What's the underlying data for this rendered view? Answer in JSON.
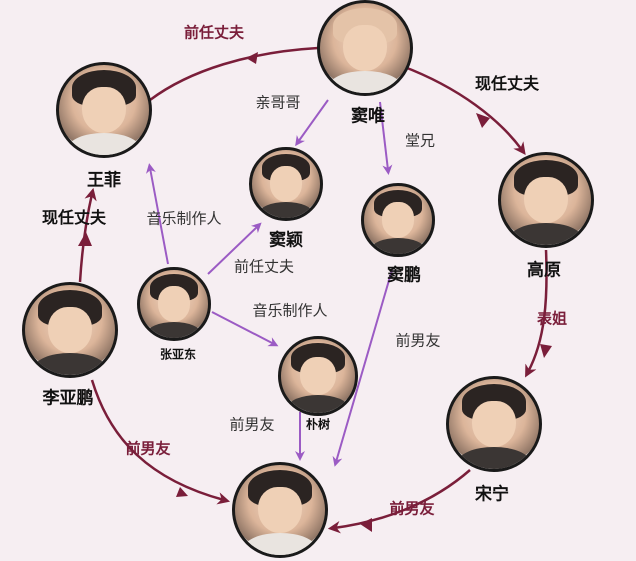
{
  "people": {
    "dou_wei": "窦唯",
    "wang_fei": "王菲",
    "gao_yuan": "高原",
    "dou_ying": "窦颖",
    "dou_peng": "窦鹏",
    "zhang_yadong": "张亚东",
    "li_yapeng": "李亚鹏",
    "song_ning": "宋宁",
    "pu_shu": "朴树",
    "zhou_xun": ""
  },
  "relations": {
    "former_husband_top": "前任丈夫",
    "current_husband_right": "现任丈夫",
    "current_husband_left": "现任丈夫",
    "brother": "亲哥哥",
    "cousin": "堂兄",
    "music_producer_1": "音乐制作人",
    "former_husband_mid": "前任丈夫",
    "music_producer_2": "音乐制作人",
    "cousin_sister": "表姐",
    "ex_bf_peng": "前男友",
    "ex_bf_pushu": "前男友",
    "ex_bf_li": "前男友",
    "ex_bf_song": "前男友"
  },
  "colors": {
    "outer_arc": "#7a1e3a",
    "inner_arrow": "#9b5bc4",
    "background": "#f6eef2"
  }
}
